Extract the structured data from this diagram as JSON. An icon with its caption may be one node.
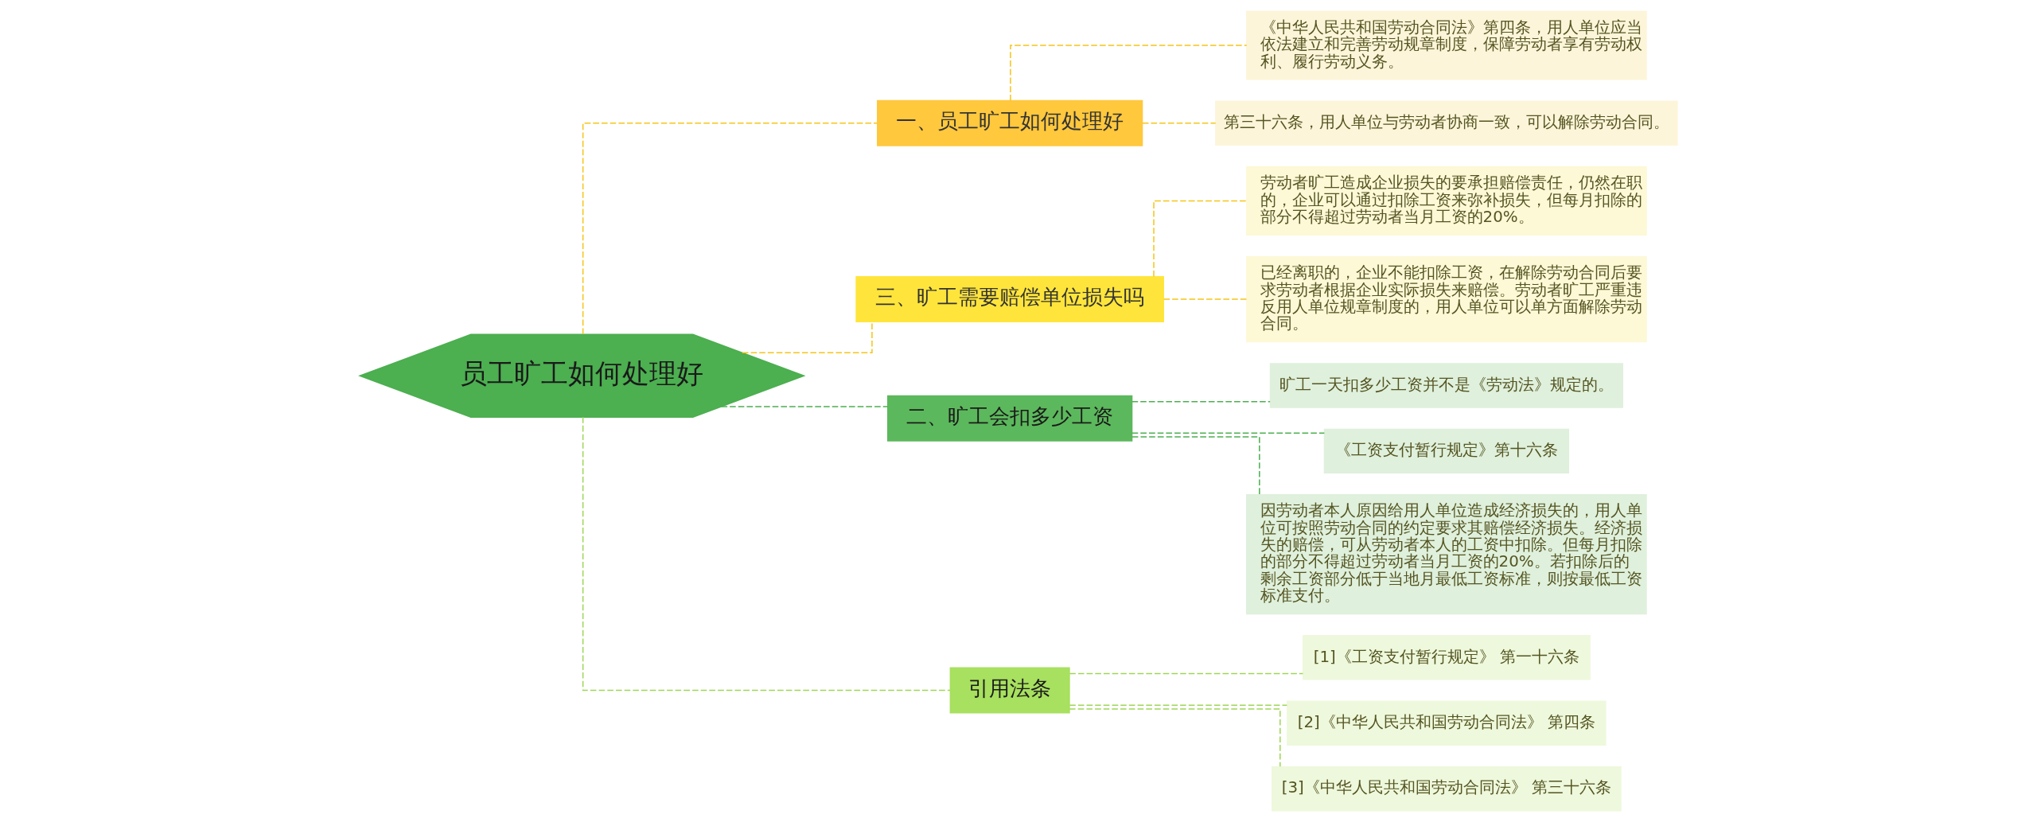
{
  "diagram": {
    "nodes": [
      {
        "text": [
          "员工旷工如何处理好"
        ]
      },
      {
        "text": [
          "一、员工旷工如何处理好"
        ]
      },
      {
        "text": [
          "《中华人民共和国劳动合同法》第四条，用人单位应当依法建立和完善劳动规章制度，保障劳动者享有劳动权利、履行劳动义务。"
        ]
      },
      {
        "text": [
          "第三十六条，用人单位与劳动者协商一致，可以解除劳动合同。"
        ]
      },
      {
        "text": [
          "三、旷工需要赔偿单位损失吗"
        ]
      },
      {
        "text": [
          "劳动者旷工造成企业损失的要承担赔偿责任，仍然在职的，企业可以通过扣除工资来弥补损失，但每月扣除的部分不得超过劳动者当月工资的20%。"
        ]
      },
      {
        "text": [
          "已经离职的，企业不能扣除工资，在解除劳动合同后要求劳动者根据企业实际损失来赔偿。劳动者旷工严重违反用人单位规章制度的，用人单位可以单方面解除劳动合同。"
        ]
      },
      {
        "text": [
          "二、旷工会扣多少工资"
        ]
      },
      {
        "text": [
          "旷工一天扣多少工资并不是《劳动法》规定的。"
        ]
      },
      {
        "text": [
          "《工资支付暂行规定》第十六条"
        ]
      },
      {
        "text": [
          "因劳动者本人原因给用人单位造成经济损失的，用人单位可按照劳动合同的约定要求其赔偿经济损失。经济损失的赔偿，可从劳动者本人的工资中扣除。但每月扣除的部分不得超过劳动者当月工资的20%。若扣除后的剩余工资部分低于当地月最低工资标准，则按最低工资标准支付。"
        ]
      },
      {
        "text": [
          "引用法条"
        ]
      },
      {
        "text": [
          "[1]《工资支付暂行规定》 第一十六条"
        ]
      },
      {
        "text": [
          "[2]《中华人民共和国劳动合同法》 第四条"
        ]
      },
      {
        "text": [
          "[3]《中华人民共和国劳动合同法》 第三十六条"
        ]
      }
    ],
    "edges": [
      {
        "from": 0,
        "to": 1,
        "arrow": "none",
        "style": "dashed",
        "color": "#f5c518"
      },
      {
        "from": 1,
        "to": 2,
        "arrow": "none",
        "style": "dashed",
        "color": "#f5c518"
      },
      {
        "from": 1,
        "to": 3,
        "arrow": "none",
        "style": "dashed",
        "color": "#f5c518"
      },
      {
        "from": 0,
        "to": 4,
        "arrow": "none",
        "style": "dashed",
        "color": "#f5c518"
      },
      {
        "from": 4,
        "to": 5,
        "arrow": "none",
        "style": "dashed",
        "color": "#f5c518"
      },
      {
        "from": 4,
        "to": 6,
        "arrow": "none",
        "style": "dashed",
        "color": "#f5c518"
      },
      {
        "from": 0,
        "to": 7,
        "arrow": "none",
        "style": "dashed",
        "color": "#4caf50"
      },
      {
        "from": 7,
        "to": 8,
        "arrow": "none",
        "style": "dashed",
        "color": "#4caf50"
      },
      {
        "from": 7,
        "to": 9,
        "arrow": "none",
        "style": "dashed",
        "color": "#4caf50"
      },
      {
        "from": 7,
        "to": 10,
        "arrow": "none",
        "style": "dashed",
        "color": "#4caf50"
      },
      {
        "from": 0,
        "to": 11,
        "arrow": "none",
        "style": "dashed",
        "color": "#9ed657"
      },
      {
        "from": 11,
        "to": 12,
        "arrow": "none",
        "style": "dashed",
        "color": "#9ed657"
      },
      {
        "from": 11,
        "to": 13,
        "arrow": "none",
        "style": "dashed",
        "color": "#9ed657"
      },
      {
        "from": 11,
        "to": 14,
        "arrow": "none",
        "style": "dashed",
        "color": "#9ed657"
      }
    ]
  }
}
